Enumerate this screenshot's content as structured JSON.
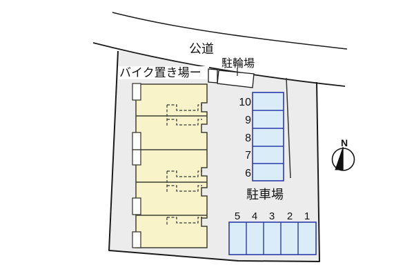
{
  "diagram": {
    "type": "site-plan",
    "road_label": "公道",
    "bicycle_parking_label": "駐輪場",
    "bike_storage_label": "バイク置き場ー",
    "parking_lot_label": "駐車場",
    "compass_north_label": "N",
    "parking_column_spots": [
      "10",
      "9",
      "8",
      "7",
      "6"
    ],
    "parking_row_spots": [
      "5",
      "4",
      "3",
      "2",
      "1"
    ],
    "building_unit_count": 5,
    "colors": {
      "site_fill": "#ececec",
      "building_fill": "#f9f3c9",
      "building_outline": "#3c3c32",
      "parking_space_fill": "#d9ecf8",
      "parking_space_border": "#2b3aa8",
      "boundary_line": "#1a1a1a"
    }
  }
}
